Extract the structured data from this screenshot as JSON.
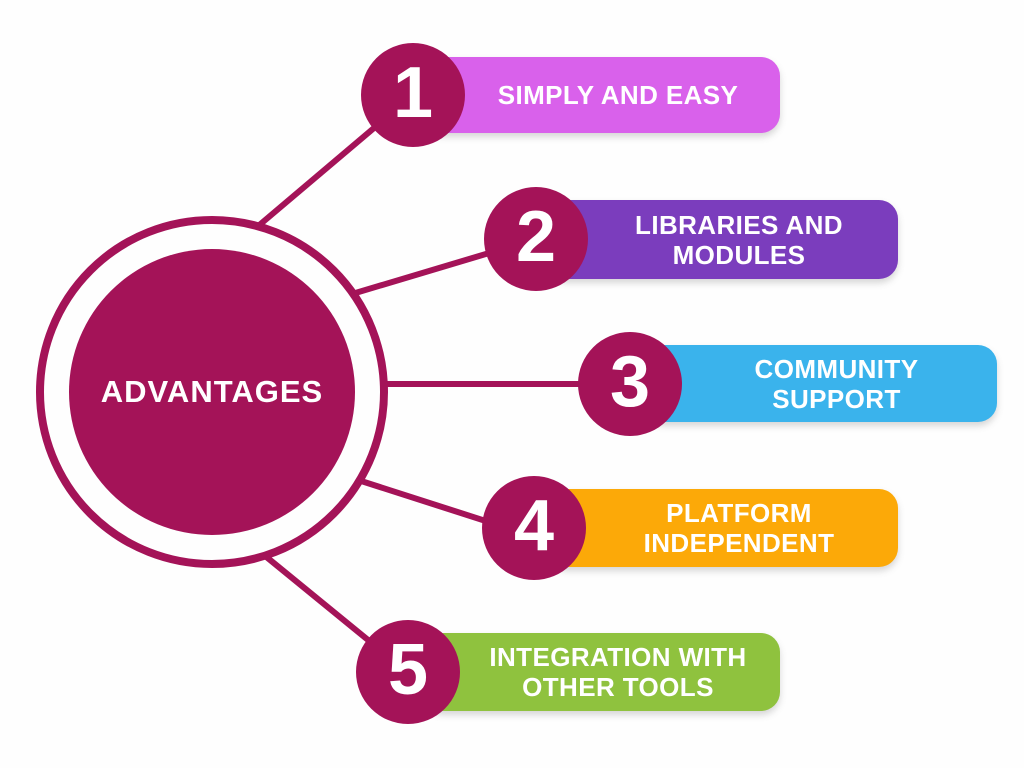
{
  "colors": {
    "primary": "#a41358",
    "background": "#fefefe",
    "text_on_color": "#ffffff"
  },
  "center": {
    "title": "ADVANTAGES"
  },
  "items": [
    {
      "number": "1",
      "label": "SIMPLY AND EASY",
      "color": "#d961eb"
    },
    {
      "number": "2",
      "label": "LIBRARIES AND\nMODULES",
      "color": "#7b3dbd"
    },
    {
      "number": "3",
      "label": "COMMUNITY\nSUPPORT",
      "color": "#3ab3ec"
    },
    {
      "number": "4",
      "label": "PLATFORM\nINDEPENDENT",
      "color": "#fca908"
    },
    {
      "number": "5",
      "label": "INTEGRATION WITH\nOTHER TOOLS",
      "color": "#8fc23e"
    }
  ]
}
